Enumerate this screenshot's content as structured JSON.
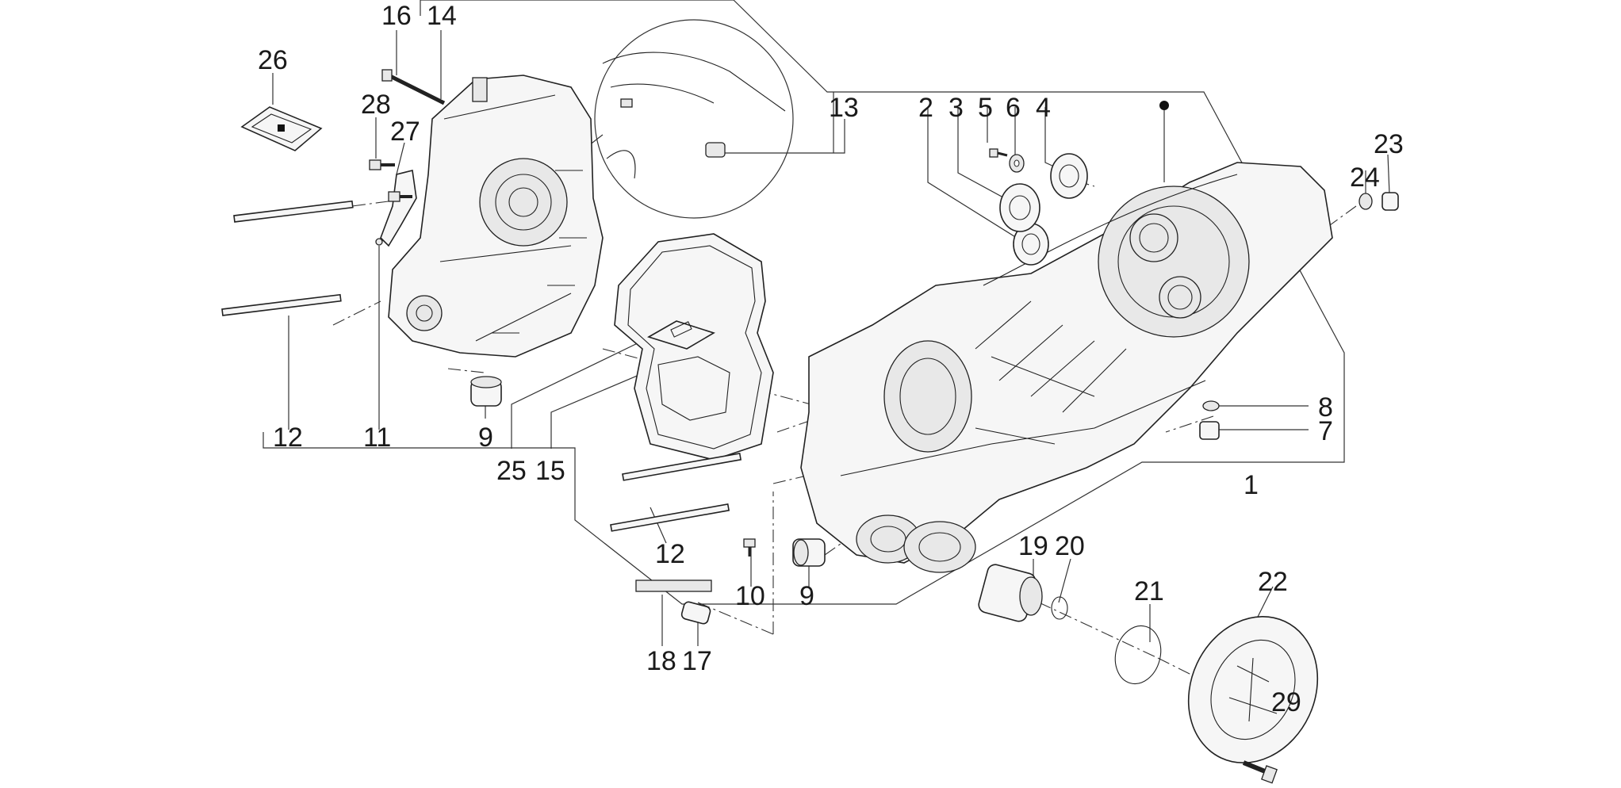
{
  "diagram": {
    "labels": {
      "l1": "1",
      "l2": "2",
      "l3": "3",
      "l4": "4",
      "l5": "5",
      "l6": "6",
      "l7": "7",
      "l8": "8",
      "l9a": "9",
      "l9b": "9",
      "l10": "10",
      "l11": "11",
      "l12a": "12",
      "l12b": "12",
      "l13": "13",
      "l14": "14",
      "l15": "15",
      "l16": "16",
      "l17": "17",
      "l18": "18",
      "l19": "19",
      "l20": "20",
      "l21": "21",
      "l22": "22",
      "l23": "23",
      "l24": "24",
      "l25": "25",
      "l26": "26",
      "l27": "27",
      "l28": "28",
      "l29": "29"
    }
  }
}
